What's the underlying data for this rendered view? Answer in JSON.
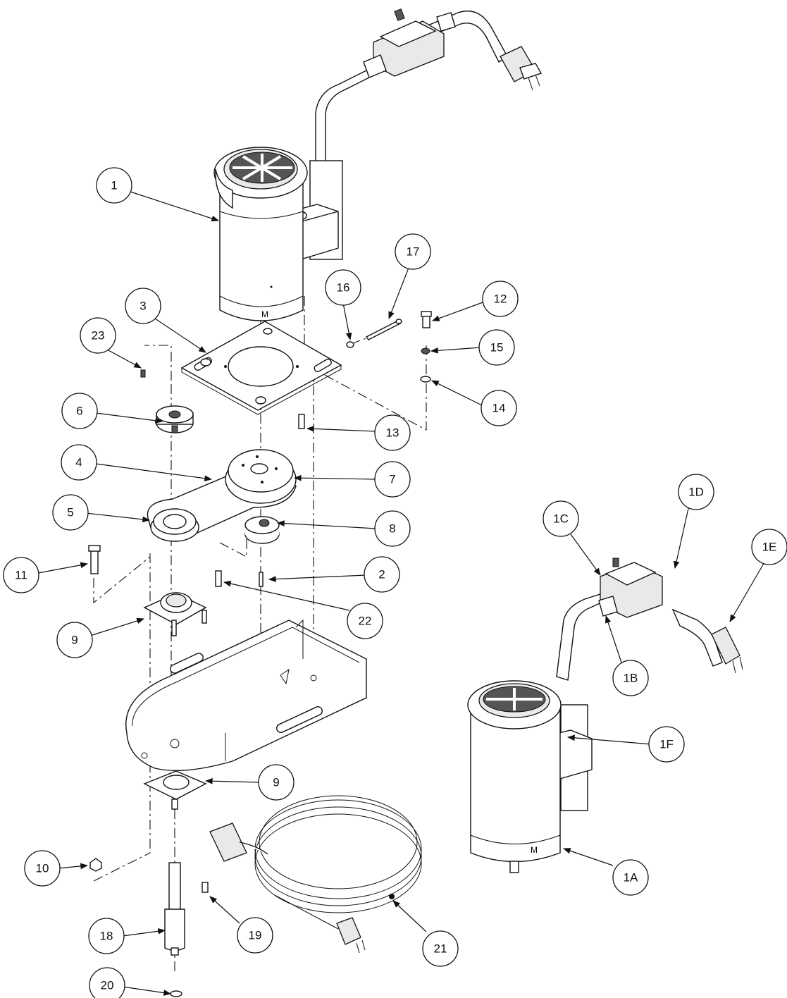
{
  "diagram": {
    "callouts": [
      {
        "id": "c1",
        "label": "1"
      },
      {
        "id": "c2",
        "label": "2"
      },
      {
        "id": "c3",
        "label": "3"
      },
      {
        "id": "c4",
        "label": "4"
      },
      {
        "id": "c5",
        "label": "5"
      },
      {
        "id": "c6",
        "label": "6"
      },
      {
        "id": "c7",
        "label": "7"
      },
      {
        "id": "c8",
        "label": "8"
      },
      {
        "id": "c9a",
        "label": "9"
      },
      {
        "id": "c9b",
        "label": "9"
      },
      {
        "id": "c10",
        "label": "10"
      },
      {
        "id": "c11",
        "label": "11"
      },
      {
        "id": "c12",
        "label": "12"
      },
      {
        "id": "c13",
        "label": "13"
      },
      {
        "id": "c14",
        "label": "14"
      },
      {
        "id": "c15",
        "label": "15"
      },
      {
        "id": "c16",
        "label": "16"
      },
      {
        "id": "c17",
        "label": "17"
      },
      {
        "id": "c18",
        "label": "18"
      },
      {
        "id": "c19",
        "label": "19"
      },
      {
        "id": "c20",
        "label": "20"
      },
      {
        "id": "c21",
        "label": "21"
      },
      {
        "id": "c22",
        "label": "22"
      },
      {
        "id": "c23",
        "label": "23"
      },
      {
        "id": "c1a",
        "label": "1A"
      },
      {
        "id": "c1b",
        "label": "1B"
      },
      {
        "id": "c1c",
        "label": "1C"
      },
      {
        "id": "c1d",
        "label": "1D"
      },
      {
        "id": "c1e",
        "label": "1E"
      },
      {
        "id": "c1f",
        "label": "1F"
      }
    ],
    "motor_mark": "M"
  }
}
